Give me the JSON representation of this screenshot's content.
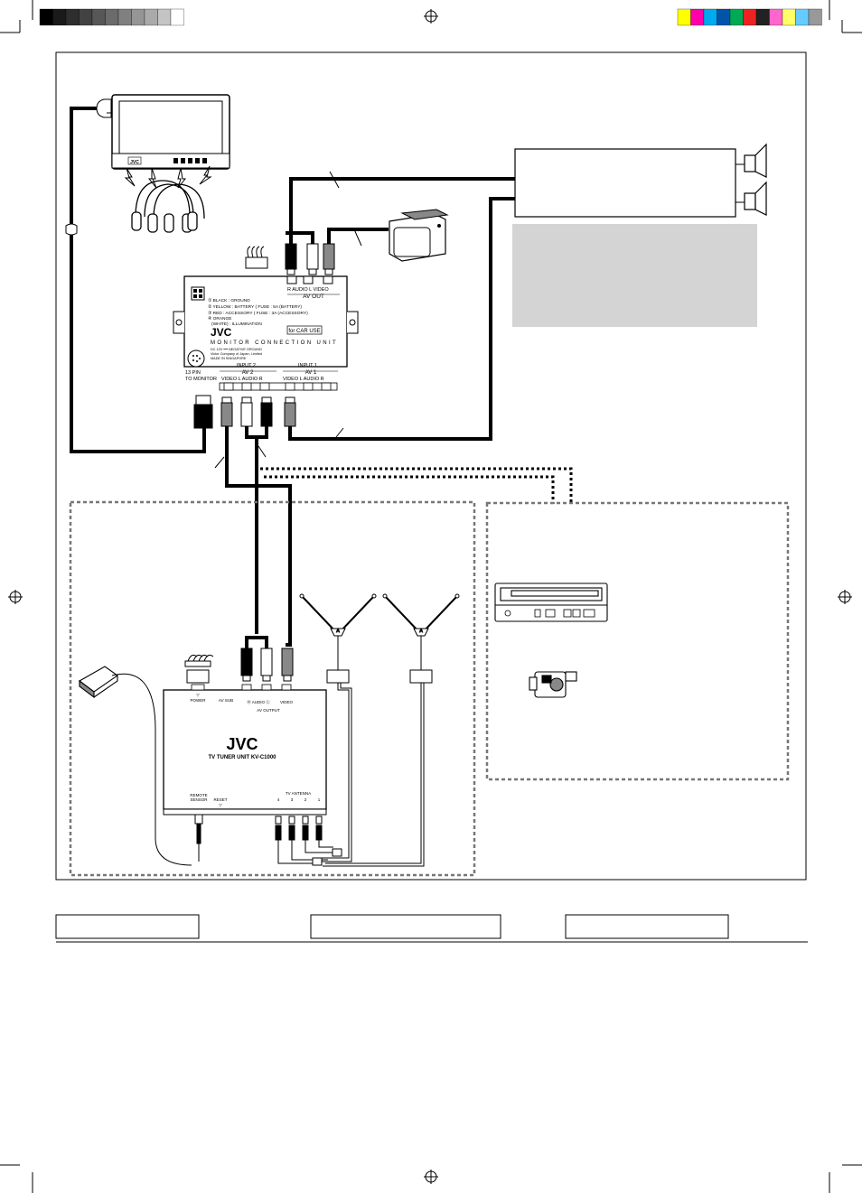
{
  "color_bar": {
    "grays": [
      "#000000",
      "#1a1a1a",
      "#2e2e2e",
      "#424242",
      "#575757",
      "#6b6b6b",
      "#808080",
      "#959595",
      "#aaaaaa",
      "#c4c4c4",
      "#ffffff"
    ],
    "colors": [
      "#ffff00",
      "#ff00aa",
      "#00aaee",
      "#0055aa",
      "#00aa55",
      "#ee2222",
      "#222222",
      "#ff66cc",
      "#ffff66",
      "#66ccff",
      "#999999"
    ]
  },
  "monitor_unit": {
    "brand": "JVC",
    "name": "MONITOR CONNECTION UNIT",
    "for_car": "for CAR USE",
    "wiring": [
      "① BLACK : GROUND",
      "② YELLOW : BATTERY   ( FUSE : 5A (BATTERY)",
      "③ RED : ACCESSORY ( FUSE : 3A (ACCESSORY)",
      "④ ORANGE",
      "(WHITE) : ILLUMINATION"
    ],
    "small_print": [
      "DC 12V ━━ NEGATIVE GROUND",
      "Victor Company of Japan, Limited",
      "MADE IN SINGAPORE"
    ],
    "av_out_top": "R AUDIO  L          VIDEO",
    "av_out": "AV OUT",
    "pin_label": "13  PIN",
    "to_monitor": "TO MONITOR",
    "input2": "INPUT  2",
    "av2": "AV 2",
    "av2_sub": "VIDEO    L  AUDIO  R",
    "input1": "INPUT  1",
    "av1": "AV 1",
    "av1_sub": "VIDEO    L  AUDIO  R"
  },
  "tuner_unit": {
    "brand": "JVC",
    "name": "TV TUNER UNIT KV-C1000",
    "power": "POWER",
    "av_sub": "AV SUB",
    "audio_r": "Ⓡ AUDIO Ⓛ",
    "video": "VIDEO",
    "av_output": "AV OUTPUT",
    "remote": "REMOTE",
    "sensor": "SENSOR",
    "reset": "RESET",
    "tv_antenna": "TV ANTENNA",
    "antenna_ports": [
      "4",
      "3",
      "2",
      "1"
    ],
    "antenna_logo": "A"
  },
  "headphone_btn": "JVC"
}
